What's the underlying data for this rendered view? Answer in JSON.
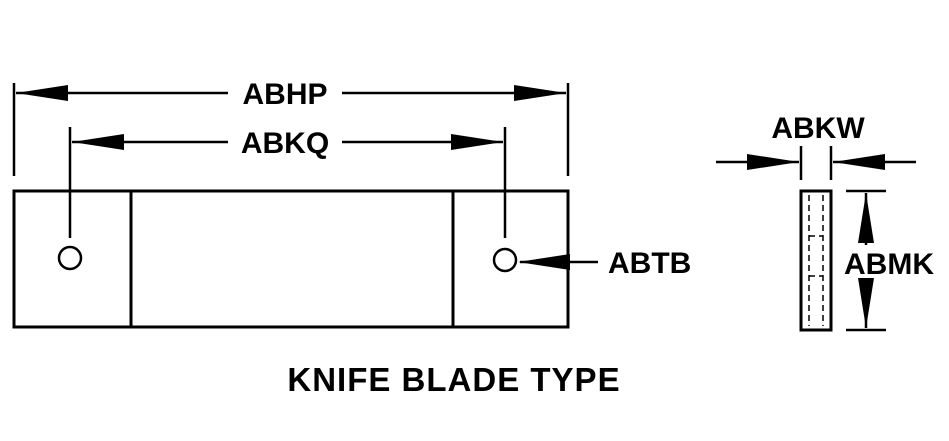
{
  "labels": {
    "abhp": "ABHP",
    "abkq": "ABKQ",
    "abtb": "ABTB",
    "abkw": "ABKW",
    "abmk": "ABMK"
  },
  "title": "KNIFE BLADE TYPE"
}
